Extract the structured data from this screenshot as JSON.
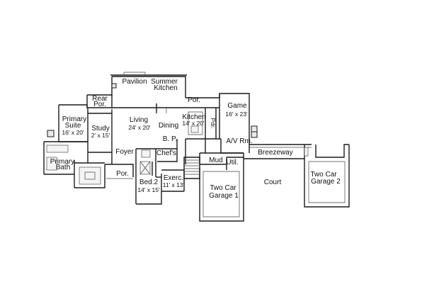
{
  "rooms": {
    "pavilion": "Pavilion",
    "summer_kitchen_1": "Summer",
    "summer_kitchen_2": "Kitchen",
    "rear_por_1": "Rear",
    "rear_por_2": "Por.",
    "por_top": "Por.",
    "game": "Game",
    "game_dim": "16' x 23'",
    "primary_suite_1": "Primary",
    "primary_suite_2": "Suite",
    "primary_suite_dim": "16' x 20'",
    "study": "Study",
    "study_dim": "2' x 15'",
    "living": "Living",
    "living_dim": "24' x 20'",
    "dining": "Dining",
    "kitchen": "Kitchen",
    "kitchen_dim": "14' x 20'",
    "pdr": "Pdr.",
    "av_rm": "A/V Rm.",
    "bp": "B. P.",
    "foyer": "Foyer",
    "chefs": "Chef's",
    "breezeway": "Breezeway",
    "primary_bath_1": "Primary",
    "primary_bath_2": "Bath",
    "por_front": "Por.",
    "mud": "Mud",
    "util": "Util.",
    "bed2": "Bed.2",
    "bed2_dim": "14' x 15'",
    "exerc": "Exerc.",
    "exerc_dim": "11' x 13'",
    "garage1_1": "Two Car",
    "garage1_2": "Garage 1",
    "court": "Court",
    "garage2_1": "Two Car",
    "garage2_2": "Garage 2"
  }
}
